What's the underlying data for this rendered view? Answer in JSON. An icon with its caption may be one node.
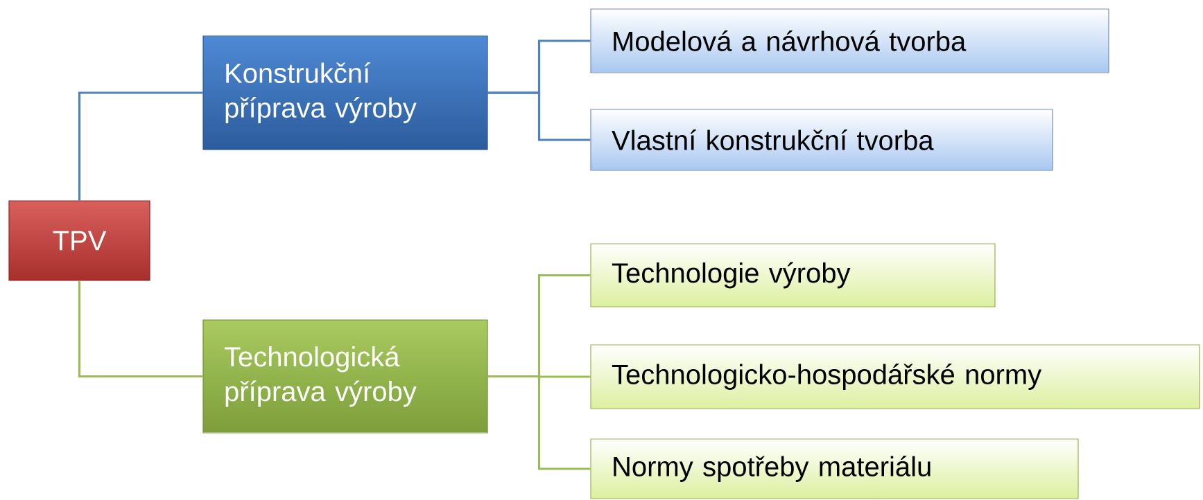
{
  "diagram": {
    "nodes": [
      {
        "text": [
          "TPV"
        ]
      },
      {
        "text": [
          "Konstrukční příprava výroby"
        ]
      },
      {
        "text": [
          "Modelová a návrhová tvorba"
        ]
      },
      {
        "text": [
          "Vlastní konstrukční tvorba"
        ]
      },
      {
        "text": [
          "Technologická příprava výroby"
        ]
      },
      {
        "text": [
          "Technologie výroby"
        ]
      },
      {
        "text": [
          "Technologicko-hospodářské normy"
        ]
      },
      {
        "text": [
          "Normy spotřeby materiálu"
        ]
      }
    ],
    "edges": [
      {
        "from": 0,
        "to": 1,
        "arrow": "none",
        "color": "#4f81bd"
      },
      {
        "from": 1,
        "to": 2,
        "arrow": "none",
        "color": "#4f81bd"
      },
      {
        "from": 1,
        "to": 3,
        "arrow": "none",
        "color": "#4f81bd"
      },
      {
        "from": 0,
        "to": 4,
        "arrow": "none"
      },
      {
        "from": 4,
        "to": 5,
        "arrow": "none"
      },
      {
        "from": 4,
        "to": 6,
        "arrow": "none"
      },
      {
        "from": 4,
        "to": 7,
        "arrow": "none"
      }
    ]
  }
}
